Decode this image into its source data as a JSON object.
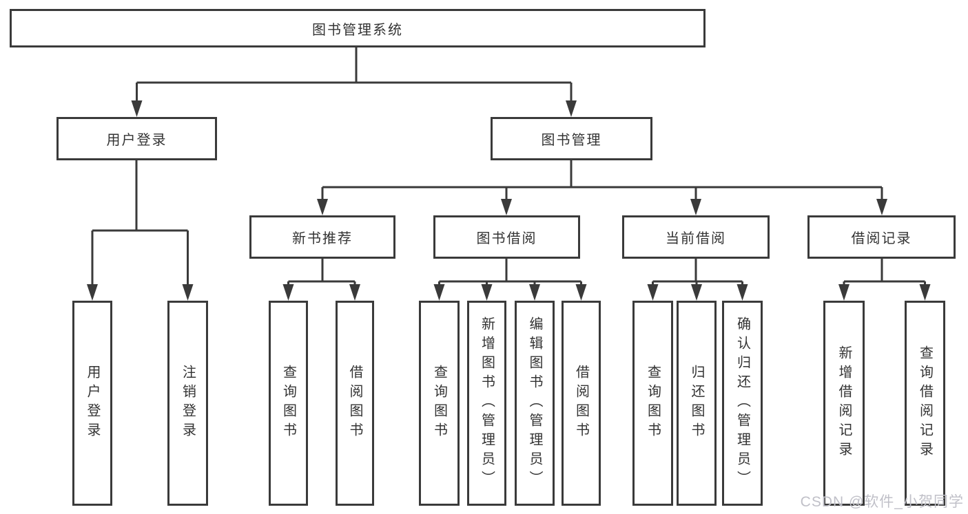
{
  "tree": {
    "label": "图书管理系统",
    "children": [
      {
        "label": "用户登录",
        "children": [
          {
            "label": "用户登录"
          },
          {
            "label": "注销登录"
          }
        ]
      },
      {
        "label": "图书管理",
        "children": [
          {
            "label": "新书推荐",
            "children": [
              {
                "label": "查询图书"
              },
              {
                "label": "借阅图书"
              }
            ]
          },
          {
            "label": "图书借阅",
            "children": [
              {
                "label": "查询图书"
              },
              {
                "label": "新增图书（管理员）"
              },
              {
                "label": "编辑图书（管理员）"
              },
              {
                "label": "借阅图书"
              }
            ]
          },
          {
            "label": "当前借阅",
            "children": [
              {
                "label": "查询图书"
              },
              {
                "label": "归还图书"
              },
              {
                "label": "确认归还（管理员）"
              }
            ]
          },
          {
            "label": "借阅记录",
            "children": [
              {
                "label": "新增借阅记录"
              },
              {
                "label": "查询借阅记录"
              }
            ]
          }
        ]
      }
    ]
  },
  "watermark": {
    "text": "CSDN @软件_小贺同学"
  },
  "colors": {
    "line": "#3a3a3a",
    "text": "#333333",
    "background": "#ffffff",
    "watermark": "#c0c0c8"
  }
}
